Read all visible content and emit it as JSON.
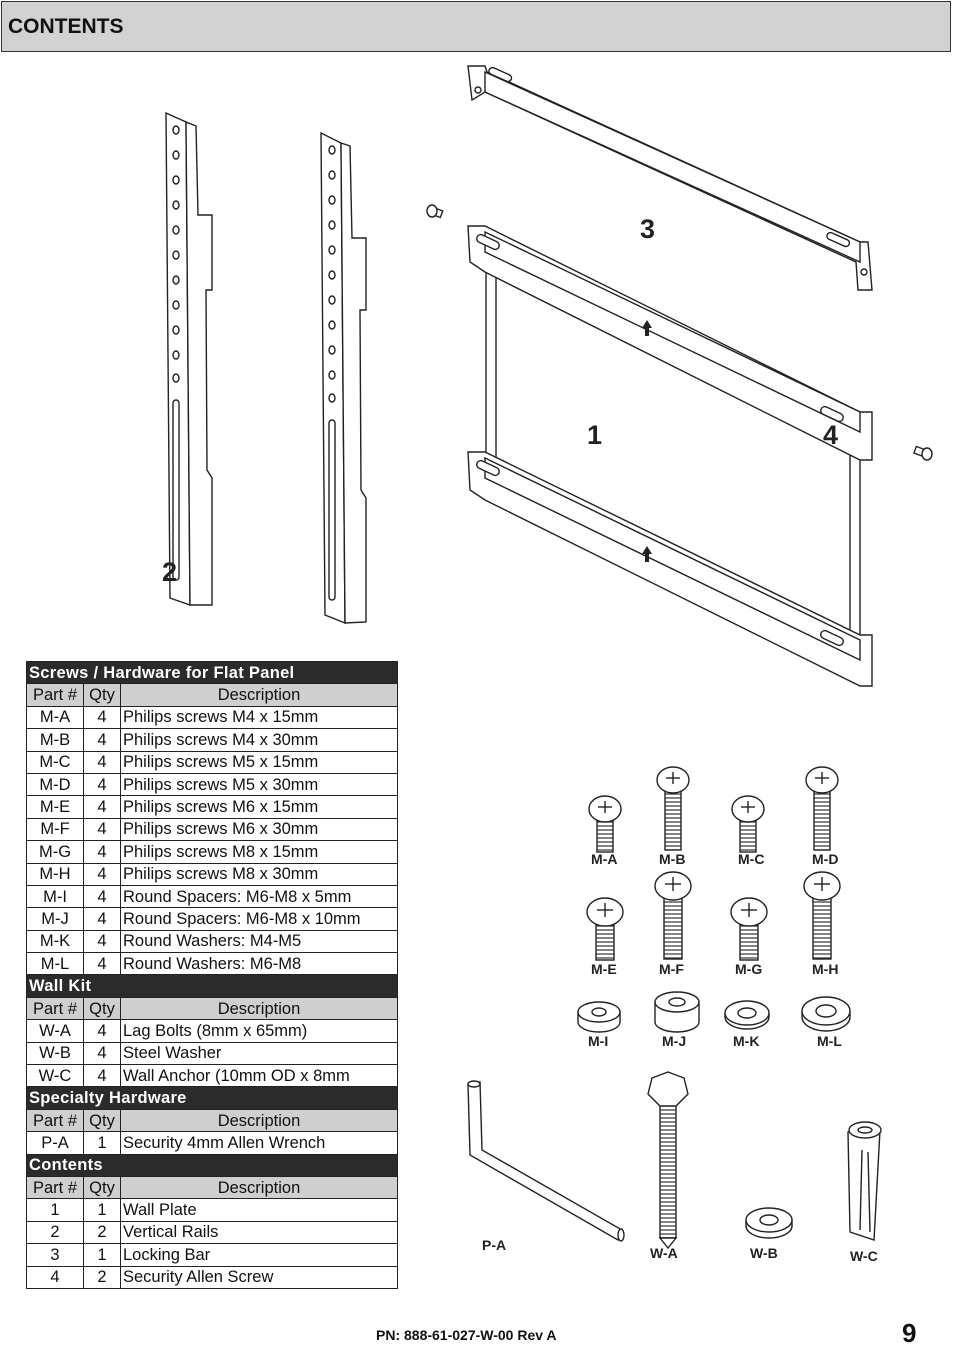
{
  "header": {
    "title": "CONTENTS"
  },
  "diagram_labels": {
    "wall_plate": "1",
    "vertical_rails": "2",
    "locking_bar": "3",
    "security_screw": "4"
  },
  "hardware_labels": {
    "ma": "M-A",
    "mb": "M-B",
    "mc": "M-C",
    "md": "M-D",
    "me": "M-E",
    "mf": "M-F",
    "mg": "M-G",
    "mh": "M-H",
    "mi": "M-I",
    "mj": "M-J",
    "mk": "M-K",
    "ml": "M-L",
    "pa": "P-A",
    "wa": "W-A",
    "wb": "W-B",
    "wc": "W-C"
  },
  "table": {
    "col_part": "Part #",
    "col_qty": "Qty",
    "col_desc": "Description",
    "sections": [
      {
        "title": "Screws / Hardware for Flat Panel",
        "rows": [
          [
            "M-A",
            "4",
            "Philips screws M4 x 15mm"
          ],
          [
            "M-B",
            "4",
            "Philips screws M4 x 30mm"
          ],
          [
            "M-C",
            "4",
            "Philips screws M5 x 15mm"
          ],
          [
            "M-D",
            "4",
            "Philips screws M5 x 30mm"
          ],
          [
            "M-E",
            "4",
            "Philips screws M6 x 15mm"
          ],
          [
            "M-F",
            "4",
            "Philips screws M6 x 30mm"
          ],
          [
            "M-G",
            "4",
            "Philips screws M8 x 15mm"
          ],
          [
            "M-H",
            "4",
            "Philips screws M8 x 30mm"
          ],
          [
            "M-I",
            "4",
            "Round Spacers:  M6-M8 x 5mm"
          ],
          [
            "M-J",
            "4",
            "Round Spacers:  M6-M8 x 10mm"
          ],
          [
            "M-K",
            "4",
            "Round Washers: M4-M5"
          ],
          [
            "M-L",
            "4",
            "Round Washers: M6-M8"
          ]
        ]
      },
      {
        "title": "Wall Kit",
        "rows": [
          [
            "W-A",
            "4",
            "Lag Bolts (8mm x 65mm)"
          ],
          [
            "W-B",
            "4",
            "Steel Washer"
          ],
          [
            "W-C",
            "4",
            "Wall Anchor (10mm OD x 8mm"
          ]
        ]
      },
      {
        "title": "Specialty Hardware",
        "rows": [
          [
            "P-A",
            "1",
            "Security 4mm Allen Wrench"
          ]
        ]
      },
      {
        "title": "Contents",
        "rows": [
          [
            "1",
            "1",
            "Wall Plate"
          ],
          [
            "2",
            "2",
            "Vertical Rails"
          ],
          [
            "3",
            "1",
            "Locking Bar"
          ],
          [
            "4",
            "2",
            "Security Allen Screw"
          ]
        ]
      }
    ]
  },
  "footer": {
    "part_number": "PN: 888-61-027-W-00 Rev A",
    "page": "9"
  }
}
